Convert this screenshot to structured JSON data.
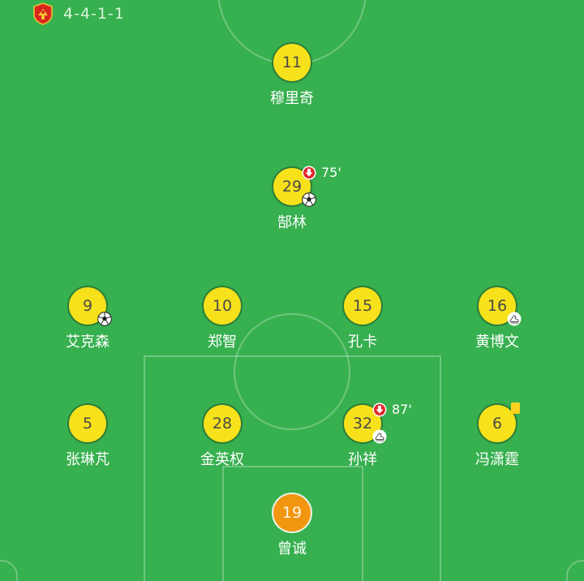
{
  "header": {
    "formation": "4-4-1-1"
  },
  "players": {
    "p11": {
      "number": "11",
      "name": "穆里奇"
    },
    "p29": {
      "number": "29",
      "name": "郜林",
      "sub_minute": "75'"
    },
    "p9": {
      "number": "9",
      "name": "艾克森"
    },
    "p10": {
      "number": "10",
      "name": "郑智"
    },
    "p15": {
      "number": "15",
      "name": "孔卡"
    },
    "p16": {
      "number": "16",
      "name": "黄博文"
    },
    "p5": {
      "number": "5",
      "name": "张琳芃"
    },
    "p28": {
      "number": "28",
      "name": "金英权"
    },
    "p32": {
      "number": "32",
      "name": "孙祥",
      "sub_minute": "87'"
    },
    "p6": {
      "number": "6",
      "name": "冯潇霆"
    },
    "p19": {
      "number": "19",
      "name": "曾诚"
    }
  },
  "colors": {
    "pitch": "#37b04f",
    "outfield_disc": "#f6e11a",
    "goalkeeper_disc": "#f2960f",
    "sub_out_arrow": "#e2262b",
    "yellow_card": "#ffd21f"
  },
  "icons": [
    "club-crest-icon",
    "goal-ball-icon",
    "assist-boot-icon",
    "yellow-card-icon",
    "sub-out-arrow-icon"
  ]
}
